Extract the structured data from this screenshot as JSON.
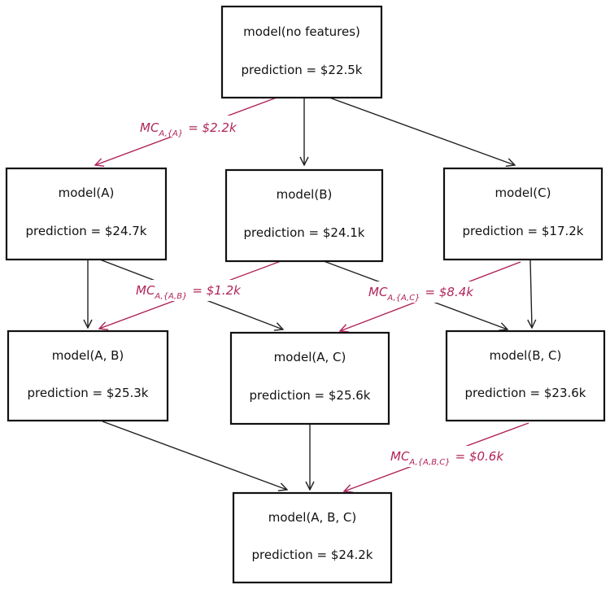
{
  "colors": {
    "box_stroke": "#111111",
    "edge": "#222222",
    "highlight": "#b0245a",
    "background": "#ffffff"
  },
  "nodes": [
    {
      "id": "n0",
      "title": "model(no features)",
      "prediction": "prediction = $22.5k"
    },
    {
      "id": "nA",
      "title": "model(A)",
      "prediction": "prediction = $24.7k"
    },
    {
      "id": "nB",
      "title": "model(B)",
      "prediction": "prediction = $24.1k"
    },
    {
      "id": "nC",
      "title": "model(C)",
      "prediction": "prediction = $17.2k"
    },
    {
      "id": "nAB",
      "title": "model(A, B)",
      "prediction": "prediction = $25.3k"
    },
    {
      "id": "nAC",
      "title": "model(A, C)",
      "prediction": "prediction = $25.6k"
    },
    {
      "id": "nBC",
      "title": "model(B, C)",
      "prediction": "prediction = $23.6k"
    },
    {
      "id": "nABC",
      "title": "model(A, B, C)",
      "prediction": "prediction = $24.2k"
    }
  ],
  "marginal_contributions": [
    {
      "id": "mc1",
      "prefix": "MC",
      "subscript": "A,{A}",
      "value": "= $2.2k"
    },
    {
      "id": "mc2",
      "prefix": "MC",
      "subscript": "A,{A,B}",
      "value": "= $1.2k"
    },
    {
      "id": "mc3",
      "prefix": "MC",
      "subscript": "A,{A,C}",
      "value": "= $8.4k"
    },
    {
      "id": "mc4",
      "prefix": "MC",
      "subscript": "A,{A,B,C}",
      "value": "= $0.6k"
    }
  ]
}
